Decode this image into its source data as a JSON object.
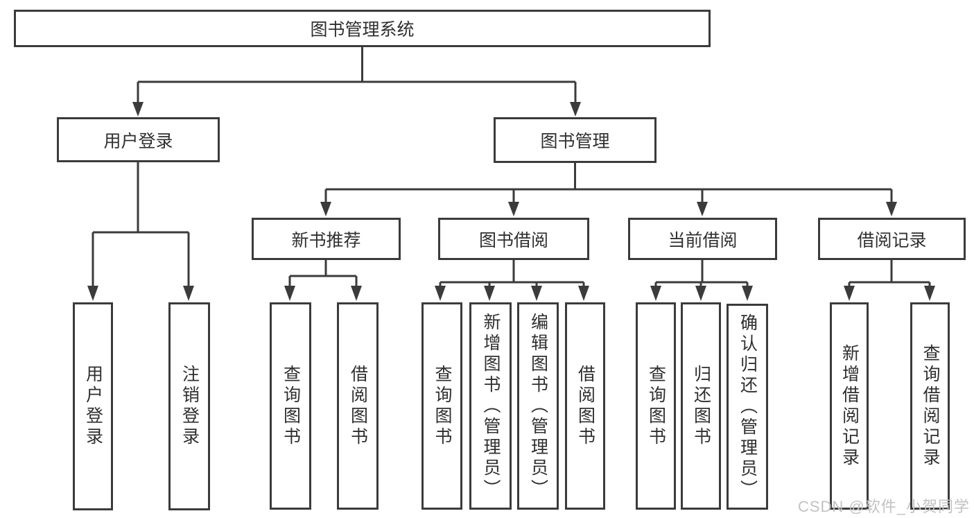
{
  "diagram": {
    "root": {
      "label": "图书管理系统"
    },
    "level2": {
      "userLogin": {
        "label": "用户登录"
      },
      "bookMgmt": {
        "label": "图书管理"
      }
    },
    "level3": {
      "newBooks": {
        "label": "新书推荐"
      },
      "bookBorrow": {
        "label": "图书借阅"
      },
      "currentBorrow": {
        "label": "当前借阅"
      },
      "borrowRecords": {
        "label": "借阅记录"
      }
    },
    "leaves": {
      "userLoginLeaf": {
        "label": "用户登录"
      },
      "logout": {
        "label": "注销登录"
      },
      "nbQuery": {
        "label": "查询图书"
      },
      "nbBorrow": {
        "label": "借阅图书"
      },
      "bbQuery": {
        "label": "查询图书"
      },
      "bbAdd": {
        "label": "新增图书（管理员）"
      },
      "bbEdit": {
        "label": "编辑图书（管理员）"
      },
      "bbBorrow": {
        "label": "借阅图书"
      },
      "cbQuery": {
        "label": "查询图书"
      },
      "cbReturn": {
        "label": "归还图书"
      },
      "cbConfirm": {
        "label": "确认归还（管理员）"
      },
      "brAdd": {
        "label": "新增借阅记录"
      },
      "brQuery": {
        "label": "查询借阅记录"
      }
    }
  },
  "watermark": {
    "text": "CSDN @软件_小贺同学"
  },
  "colors": {
    "line": "#3b3b3b",
    "text": "#2f2f2f",
    "watermark": "#c2c2c2",
    "background": "#ffffff",
    "box_background": "#ffffff"
  }
}
